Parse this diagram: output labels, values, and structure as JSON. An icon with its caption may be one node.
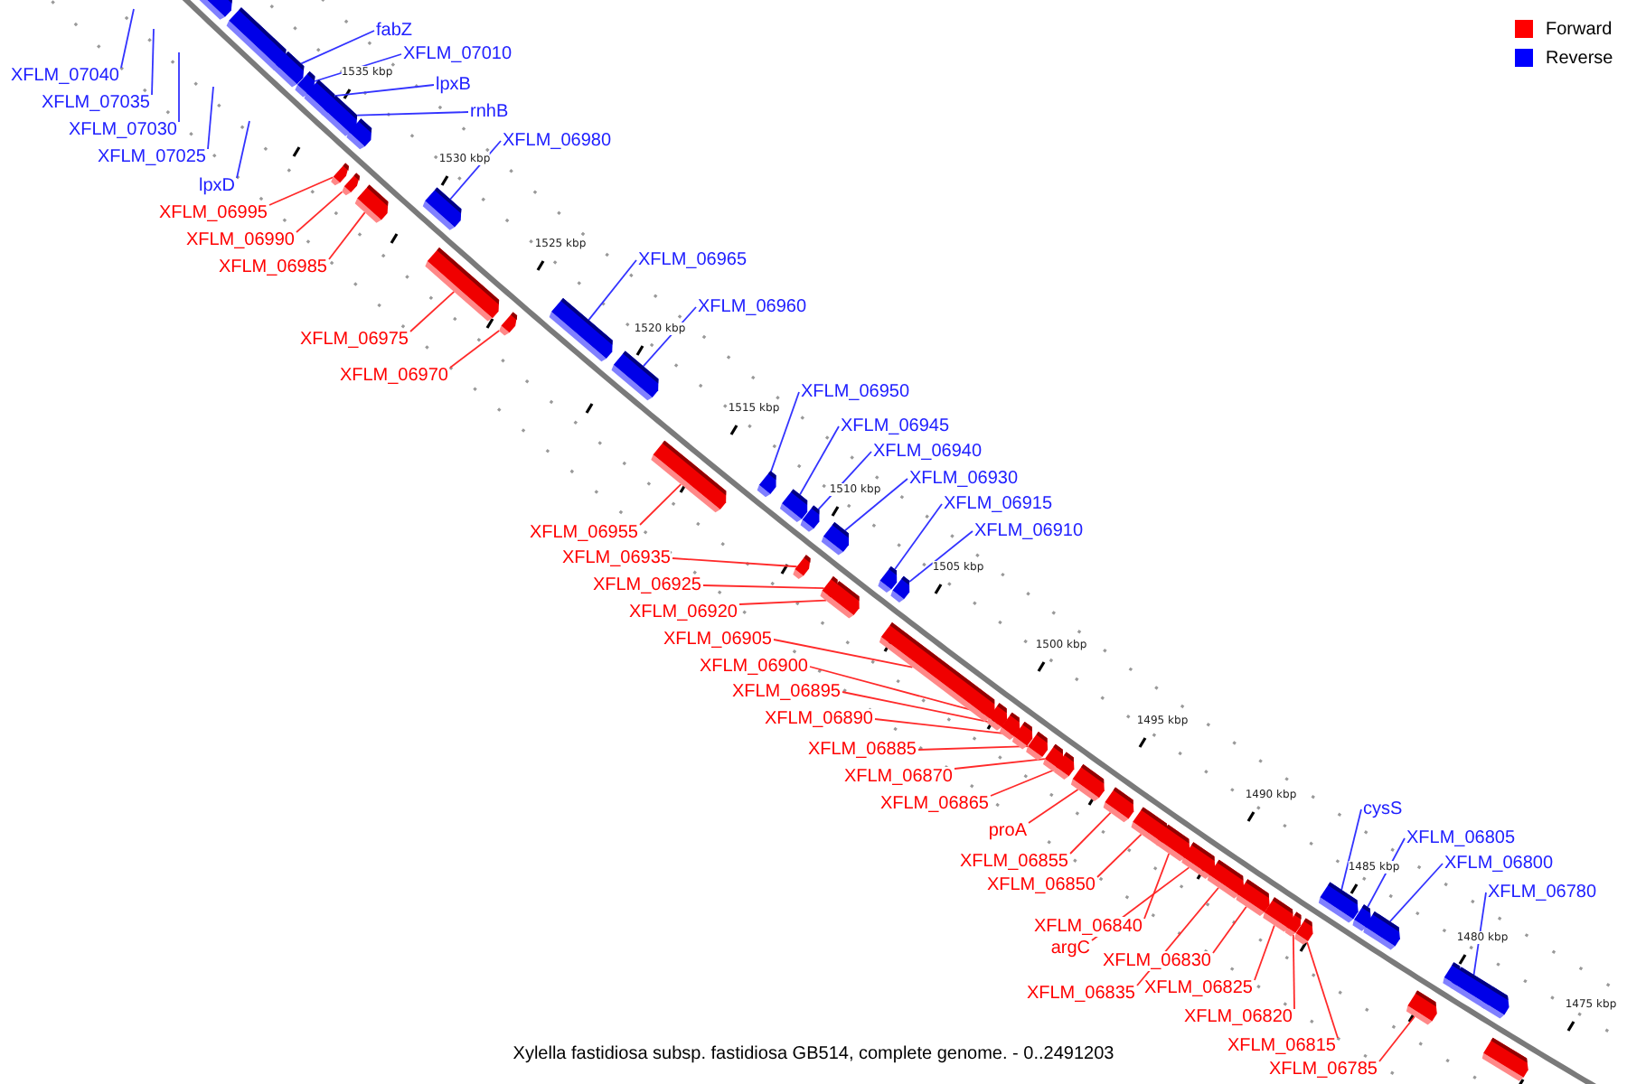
{
  "diagram": {
    "caption": "Xylella fastidiosa subsp. fastidiosa GB514, complete genome. - 0..2491203",
    "nodes": [
      {
        "text": [
          "XFLM_07040"
        ]
      },
      {
        "text": [
          "XFLM_07035"
        ]
      },
      {
        "text": [
          "XFLM_07030"
        ]
      },
      {
        "text": [
          "XFLM_07025"
        ]
      },
      {
        "text": [
          "lpxD"
        ]
      },
      {
        "text": [
          "fabZ"
        ]
      },
      {
        "text": [
          "XFLM_07010"
        ]
      },
      {
        "text": [
          "lpxB"
        ]
      },
      {
        "text": [
          "rnhB"
        ]
      },
      {
        "text": [
          "XFLM_06980"
        ]
      },
      {
        "text": [
          "XFLM_06995"
        ]
      },
      {
        "text": [
          "XFLM_06990"
        ]
      },
      {
        "text": [
          "XFLM_06985"
        ]
      },
      {
        "text": [
          "XFLM_06965"
        ]
      },
      {
        "text": [
          "XFLM_06960"
        ]
      },
      {
        "text": [
          "XFLM_06975"
        ]
      },
      {
        "text": [
          "XFLM_06970"
        ]
      },
      {
        "text": [
          "XFLM_06950"
        ]
      },
      {
        "text": [
          "XFLM_06945"
        ]
      },
      {
        "text": [
          "XFLM_06940"
        ]
      },
      {
        "text": [
          "XFLM_06930"
        ]
      },
      {
        "text": [
          "XFLM_06915"
        ]
      },
      {
        "text": [
          "XFLM_06910"
        ]
      },
      {
        "text": [
          "XFLM_06955"
        ]
      },
      {
        "text": [
          "XFLM_06935"
        ]
      },
      {
        "text": [
          "XFLM_06925"
        ]
      },
      {
        "text": [
          "XFLM_06920"
        ]
      },
      {
        "text": [
          "XFLM_06905"
        ]
      },
      {
        "text": [
          "XFLM_06900"
        ]
      },
      {
        "text": [
          "XFLM_06895"
        ]
      },
      {
        "text": [
          "XFLM_06890"
        ]
      },
      {
        "text": [
          "XFLM_06885"
        ]
      },
      {
        "text": [
          "XFLM_06870"
        ]
      },
      {
        "text": [
          "XFLM_06865"
        ]
      },
      {
        "text": [
          "cysS"
        ]
      },
      {
        "text": [
          "proA"
        ]
      },
      {
        "text": [
          "XFLM_06805"
        ]
      },
      {
        "text": [
          "XFLM_06800"
        ]
      },
      {
        "text": [
          "XFLM_06855"
        ]
      },
      {
        "text": [
          "XFLM_06780"
        ]
      },
      {
        "text": [
          "XFLM_06850"
        ]
      },
      {
        "text": [
          "XFLM_06840"
        ]
      },
      {
        "text": [
          "argC"
        ]
      },
      {
        "text": [
          "XFLM_06830"
        ]
      },
      {
        "text": [
          "XFLM_06825"
        ]
      },
      {
        "text": [
          "XFLM_06835"
        ]
      },
      {
        "text": [
          "XFLM_06820"
        ]
      },
      {
        "text": [
          "XFLM_06815"
        ]
      },
      {
        "text": [
          "XFLM_06785"
        ]
      },
      {
        "text": [],
        "shape": "box"
      },
      {
        "text": [],
        "shape": "box"
      },
      {
        "text": [],
        "shape": "box"
      },
      {
        "text": [],
        "shape": "box"
      },
      {
        "text": [],
        "shape": "box"
      },
      {
        "text": [],
        "shape": "box"
      },
      {
        "text": [],
        "shape": "box"
      },
      {
        "text": [],
        "shape": "box"
      },
      {
        "text": [],
        "shape": "box"
      },
      {
        "text": [],
        "shape": "box"
      },
      {
        "text": [],
        "shape": "box"
      },
      {
        "text": [],
        "shape": "box"
      },
      {
        "text": [],
        "shape": "box"
      },
      {
        "text": [],
        "shape": "box"
      },
      {
        "text": [],
        "shape": "box"
      },
      {
        "text": [],
        "shape": "box"
      },
      {
        "text": [],
        "shape": "box"
      },
      {
        "text": [],
        "shape": "box"
      },
      {
        "text": [],
        "shape": "box"
      },
      {
        "text": [],
        "shape": "box"
      },
      {
        "text": [],
        "shape": "box"
      },
      {
        "text": [],
        "shape": "box"
      },
      {
        "text": [],
        "shape": "box"
      },
      {
        "text": [],
        "shape": "box"
      },
      {
        "text": [],
        "shape": "box"
      },
      {
        "text": [],
        "shape": "box"
      },
      {
        "text": [],
        "shape": "box"
      },
      {
        "text": [],
        "shape": "box"
      },
      {
        "text": [],
        "shape": "box"
      },
      {
        "text": [],
        "shape": "box"
      },
      {
        "text": [],
        "shape": "box"
      },
      {
        "text": [],
        "shape": "box"
      },
      {
        "text": [],
        "shape": "box"
      },
      {
        "text": [],
        "shape": "box"
      },
      {
        "text": [],
        "shape": "box"
      },
      {
        "text": [],
        "shape": "box"
      },
      {
        "text": [],
        "shape": "box"
      },
      {
        "text": [],
        "shape": "box"
      },
      {
        "text": [],
        "shape": "box"
      },
      {
        "text": [],
        "shape": "box"
      },
      {
        "text": [],
        "shape": "box"
      },
      {
        "text": [],
        "shape": "box"
      },
      {
        "text": [],
        "shape": "box"
      },
      {
        "text": [],
        "shape": "box"
      },
      {
        "text": [],
        "shape": "box"
      },
      {
        "text": [],
        "shape": "box"
      },
      {
        "text": [],
        "shape": "box"
      },
      {
        "text": [],
        "shape": "box"
      },
      {
        "text": [],
        "shape": "box"
      },
      {
        "text": [],
        "shape": "box"
      }
    ],
    "edges": [
      {
        "from": 0,
        "to": null,
        "arrow": "none",
        "color": "#3333ff"
      },
      {
        "from": 1,
        "to": null,
        "arrow": "none",
        "color": "#3333ff"
      },
      {
        "from": 2,
        "to": null,
        "arrow": "none",
        "color": "#3333ff"
      },
      {
        "from": 3,
        "to": null,
        "arrow": "none",
        "color": "#3333ff"
      },
      {
        "from": 4,
        "to": null,
        "arrow": "none",
        "color": "#3333ff"
      },
      {
        "from": 5,
        "to": 51,
        "arrow": "none",
        "color": "#3333ff"
      },
      {
        "from": 6,
        "to": 52,
        "arrow": "none",
        "color": "#3333ff"
      },
      {
        "from": 7,
        "to": 53,
        "arrow": "none",
        "color": "#3333ff"
      },
      {
        "from": 8,
        "to": 54,
        "arrow": "none",
        "color": "#3333ff"
      },
      {
        "from": 9,
        "to": 59,
        "arrow": "none",
        "color": "#3333ff"
      },
      {
        "from": 10,
        "to": 55,
        "arrow": "none"
      },
      {
        "from": 11,
        "to": 56,
        "arrow": "none"
      },
      {
        "from": 12,
        "to": 58,
        "arrow": "none"
      },
      {
        "from": 13,
        "to": 62,
        "arrow": "none",
        "color": "#3333ff"
      },
      {
        "from": 14,
        "to": 63,
        "arrow": "none",
        "color": "#3333ff"
      },
      {
        "from": 15,
        "to": 60,
        "arrow": "none"
      },
      {
        "from": 16,
        "to": 61,
        "arrow": "none"
      },
      {
        "from": 17,
        "to": 65,
        "arrow": "none",
        "color": "#3333ff"
      },
      {
        "from": 18,
        "to": 66,
        "arrow": "none",
        "color": "#3333ff"
      },
      {
        "from": 19,
        "to": 68,
        "arrow": "none",
        "color": "#3333ff"
      },
      {
        "from": 20,
        "to": 70,
        "arrow": "none",
        "color": "#3333ff"
      },
      {
        "from": 21,
        "to": 72,
        "arrow": "none",
        "color": "#3333ff"
      },
      {
        "from": 22,
        "to": 73,
        "arrow": "none",
        "color": "#3333ff"
      },
      {
        "from": 23,
        "to": 64,
        "arrow": "none"
      },
      {
        "from": 24,
        "to": 67,
        "arrow": "none"
      },
      {
        "from": 25,
        "to": 69,
        "arrow": "none"
      },
      {
        "from": 26,
        "to": 71,
        "arrow": "none"
      },
      {
        "from": 27,
        "to": 74,
        "arrow": "none"
      },
      {
        "from": 28,
        "to": 75,
        "arrow": "none"
      },
      {
        "from": 29,
        "to": 76,
        "arrow": "none"
      },
      {
        "from": 30,
        "to": 77,
        "arrow": "none"
      },
      {
        "from": 31,
        "to": 78,
        "arrow": "none"
      },
      {
        "from": 32,
        "to": 79,
        "arrow": "none"
      },
      {
        "from": 33,
        "to": 80,
        "arrow": "none"
      },
      {
        "from": 34,
        "to": 91,
        "arrow": "none",
        "color": "#3333ff"
      },
      {
        "from": 35,
        "to": 81,
        "arrow": "none"
      },
      {
        "from": 36,
        "to": 92,
        "arrow": "none",
        "color": "#3333ff"
      },
      {
        "from": 37,
        "to": 93,
        "arrow": "none",
        "color": "#3333ff"
      },
      {
        "from": 38,
        "to": 82,
        "arrow": "none"
      },
      {
        "from": 39,
        "to": 96,
        "arrow": "none",
        "color": "#3333ff"
      },
      {
        "from": 40,
        "to": 83,
        "arrow": "none"
      },
      {
        "from": 41,
        "to": 84,
        "arrow": "none"
      },
      {
        "from": 42,
        "to": 85,
        "arrow": "none"
      },
      {
        "from": 43,
        "to": 87,
        "arrow": "none"
      },
      {
        "from": 44,
        "to": 88,
        "arrow": "none"
      },
      {
        "from": 45,
        "to": 86,
        "arrow": "none"
      },
      {
        "from": 46,
        "to": 89,
        "arrow": "none"
      },
      {
        "from": 47,
        "to": 90,
        "arrow": "none"
      },
      {
        "from": 48,
        "to": 94,
        "arrow": "none"
      }
    ],
    "labels": [
      "1535 kbp",
      "1530 kbp",
      "1525 kbp",
      "1520 kbp",
      "1515 kbp",
      "1510 kbp",
      "1505 kbp",
      "1500 kbp",
      "1495 kbp",
      "1490 kbp",
      "1485 kbp",
      "1480 kbp",
      "1475 kbp"
    ],
    "legend": [
      {
        "text": "Forward",
        "color": "#ff0000"
      },
      {
        "text": "Reverse",
        "color": "#0000ff"
      }
    ]
  }
}
